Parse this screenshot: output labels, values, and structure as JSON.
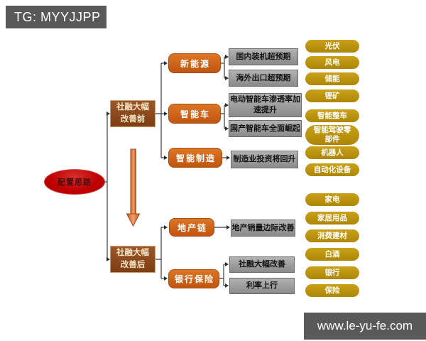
{
  "header_badge": "TG: MYYJJPP",
  "footer_url": "www.le-yu-fe.com",
  "diagram": {
    "root": "配置思路",
    "phase_pre": "社融大幅\n改善前",
    "phase_post": "社融大幅\n改善后",
    "sectors": [
      "新能源",
      "智能车",
      "智能制造",
      "地产链",
      "银行保险"
    ],
    "drivers": [
      "国内装机超预期",
      "海外出口超预期",
      "电动智能车渗透率加\n速提升",
      "国产智能车全面崛起",
      "制造业投资将回升",
      "地产销量边际改善",
      "社融大幅改善",
      "利率上行"
    ],
    "tags_pre": [
      "光伏",
      "风电",
      "储能",
      "锂矿",
      "智能整车",
      "智能驾驶零\n部件",
      "机器人",
      "自动化设备"
    ],
    "tags_post": [
      "家电",
      "家居用品",
      "消费建材",
      "白酒",
      "银行",
      "保险"
    ]
  },
  "colors": {
    "root": "#C00000",
    "phase": "#8A4A1E",
    "sector": "#D2641C",
    "driver": "#9A9A9A",
    "tag": "#BF9410",
    "bar": "#595959",
    "line": "#3D3D3D",
    "arrow": "#DD7F3F"
  }
}
